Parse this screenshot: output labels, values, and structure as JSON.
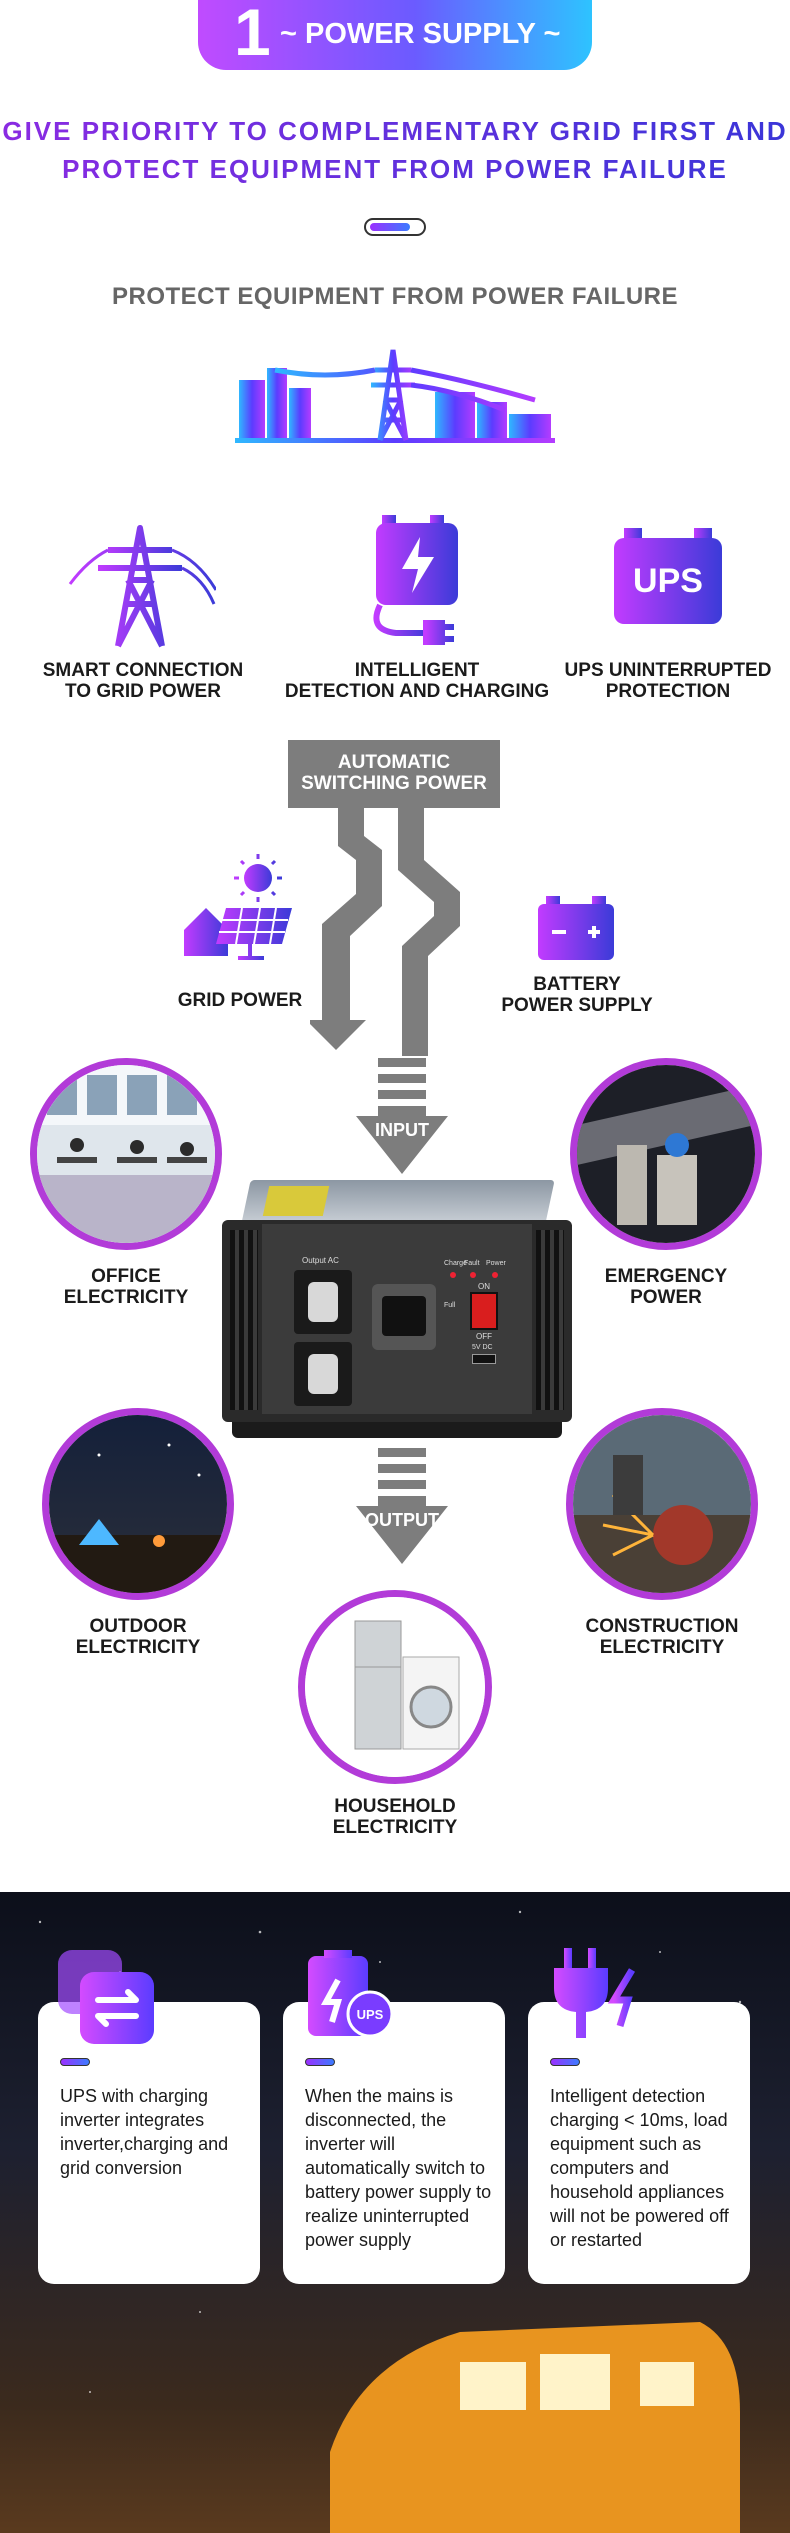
{
  "header": {
    "number": "1",
    "title": "~ POWER SUPPLY ~"
  },
  "headline": {
    "line1": "GIVE PRIORITY TO COMPLEMENTARY GRID FIRST AND",
    "line2": "PROTECT EQUIPMENT FROM POWER FAILURE"
  },
  "subtitle": "PROTECT EQUIPMENT FROM POWER FAILURE",
  "features": [
    {
      "icon": "power-tower-icon",
      "label1": "SMART CONNECTION",
      "label2": "TO GRID POWER"
    },
    {
      "icon": "battery-charging-icon",
      "label1": "INTELLIGENT",
      "label2": "DETECTION AND CHARGING"
    },
    {
      "icon": "ups-battery-icon",
      "label1": "UPS UNINTERRUPTED",
      "label2": "PROTECTION",
      "icon_text": "UPS"
    }
  ],
  "switching": {
    "label1": "AUTOMATIC",
    "label2": "SWITCHING POWER"
  },
  "grid_power": "GRID POWER",
  "battery_power": {
    "label1": "BATTERY",
    "label2": "POWER SUPPLY"
  },
  "input_label": "INPUT",
  "output_label": "OUTPUT",
  "inverter": {
    "output_ac": "Output AC",
    "charge": "Charge",
    "fault": "Fault",
    "power": "Power",
    "on": "ON",
    "off": "OFF",
    "full": "Full",
    "usb": "5V DC"
  },
  "uses": [
    {
      "label1": "OFFICE",
      "label2": "ELECTRICITY"
    },
    {
      "label1": "EMERGENCY",
      "label2": "POWER"
    },
    {
      "label1": "OUTDOOR",
      "label2": "ELECTRICITY"
    },
    {
      "label1": "CONSTRUCTION",
      "label2": "ELECTRICITY"
    },
    {
      "label1": "HOUSEHOLD",
      "label2": "ELECTRICITY"
    }
  ],
  "cards": [
    {
      "icon": "switch-arrows-icon",
      "text": "UPS with charging inverter integrates inverter,charging and grid conversion"
    },
    {
      "icon": "ups-battery-icon",
      "icon_text": "UPS",
      "text": "When the mains is disconnected, the inverter will automatically switch to battery power supply to realize uninterrupted power supply"
    },
    {
      "icon": "plug-lightning-icon",
      "text": "Intelligent detection charging < 10ms, load equipment such as computers and household appliances will not be powered off or restarted"
    }
  ],
  "colors": {
    "purple": "#8a2be2",
    "blue": "#3a35d8",
    "gray": "#7d7d7d",
    "circle": "#b23bd8"
  }
}
